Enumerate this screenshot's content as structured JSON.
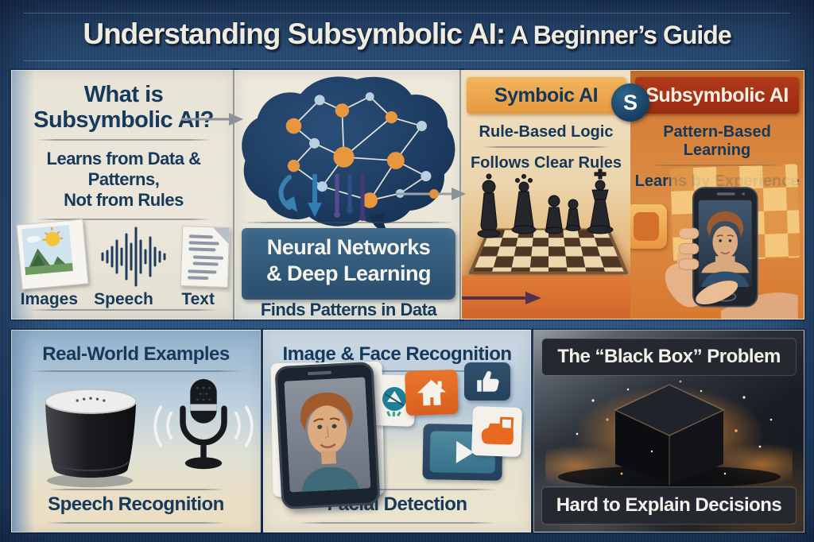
{
  "header": {
    "title_main": "Understanding Subsymbolic AI:",
    "title_sub": " A Beginner’s Guide"
  },
  "what_is": {
    "heading_line1": "What is",
    "heading_line2": "Subsymbolic AI?",
    "sub_line1": "Learns from Data & Patterns,",
    "sub_line2": "Not from Rules",
    "items": [
      {
        "label": "Images",
        "icon": "photo-icon"
      },
      {
        "label": "Speech",
        "icon": "waveform-icon"
      },
      {
        "label": "Text",
        "icon": "document-icon"
      }
    ]
  },
  "neural": {
    "banner_line1": "Neural Networks",
    "banner_line2": "& Deep Learning",
    "caption": "Finds Patterns in Data",
    "icon": "brain-network-illustration"
  },
  "symbolic": {
    "heading": "Symboic AI",
    "line1": "Rule-Based Logic",
    "line2": "Follows Clear Rules",
    "icon": "chessboard-illustration"
  },
  "subsymbolic": {
    "badge": "S",
    "heading": "Subsymbolic AI",
    "line1": "Pattern-Based Learning",
    "line2": "Learns by Experience",
    "icon": "hand-holding-phone-illustration"
  },
  "examples": {
    "heading": "Real-World Examples",
    "caption": "Speech Recognition",
    "icons": [
      "smart-speaker-icon",
      "microphone-icon"
    ]
  },
  "recognition": {
    "heading": "Image & Face Recognition",
    "caption": "Facial Detection",
    "icons": [
      "phone-face-illustration",
      "aperture-icon",
      "home-icon",
      "thumbs-up-icon",
      "play-icon",
      "hand-card-icon"
    ]
  },
  "blackbox": {
    "heading": "The “Black Box” Problem",
    "caption": "Hard to Explain Decisions",
    "icon": "black-cube-illustration"
  },
  "colors": {
    "background_navy": "#27507a",
    "header_navy": "#1e3d60",
    "text_navy": "#16395c",
    "cream_panel": "#ebe6d8",
    "banner_steel_blue": "#31597a",
    "symbolic_orange": "#e9a349",
    "subsymbolic_red": "#a93315",
    "strip_orange": "#d96c2d",
    "badge_navy": "#1d4a6e",
    "blackbox_dark": "#25282e",
    "glow_orange": "#e89a3d"
  }
}
